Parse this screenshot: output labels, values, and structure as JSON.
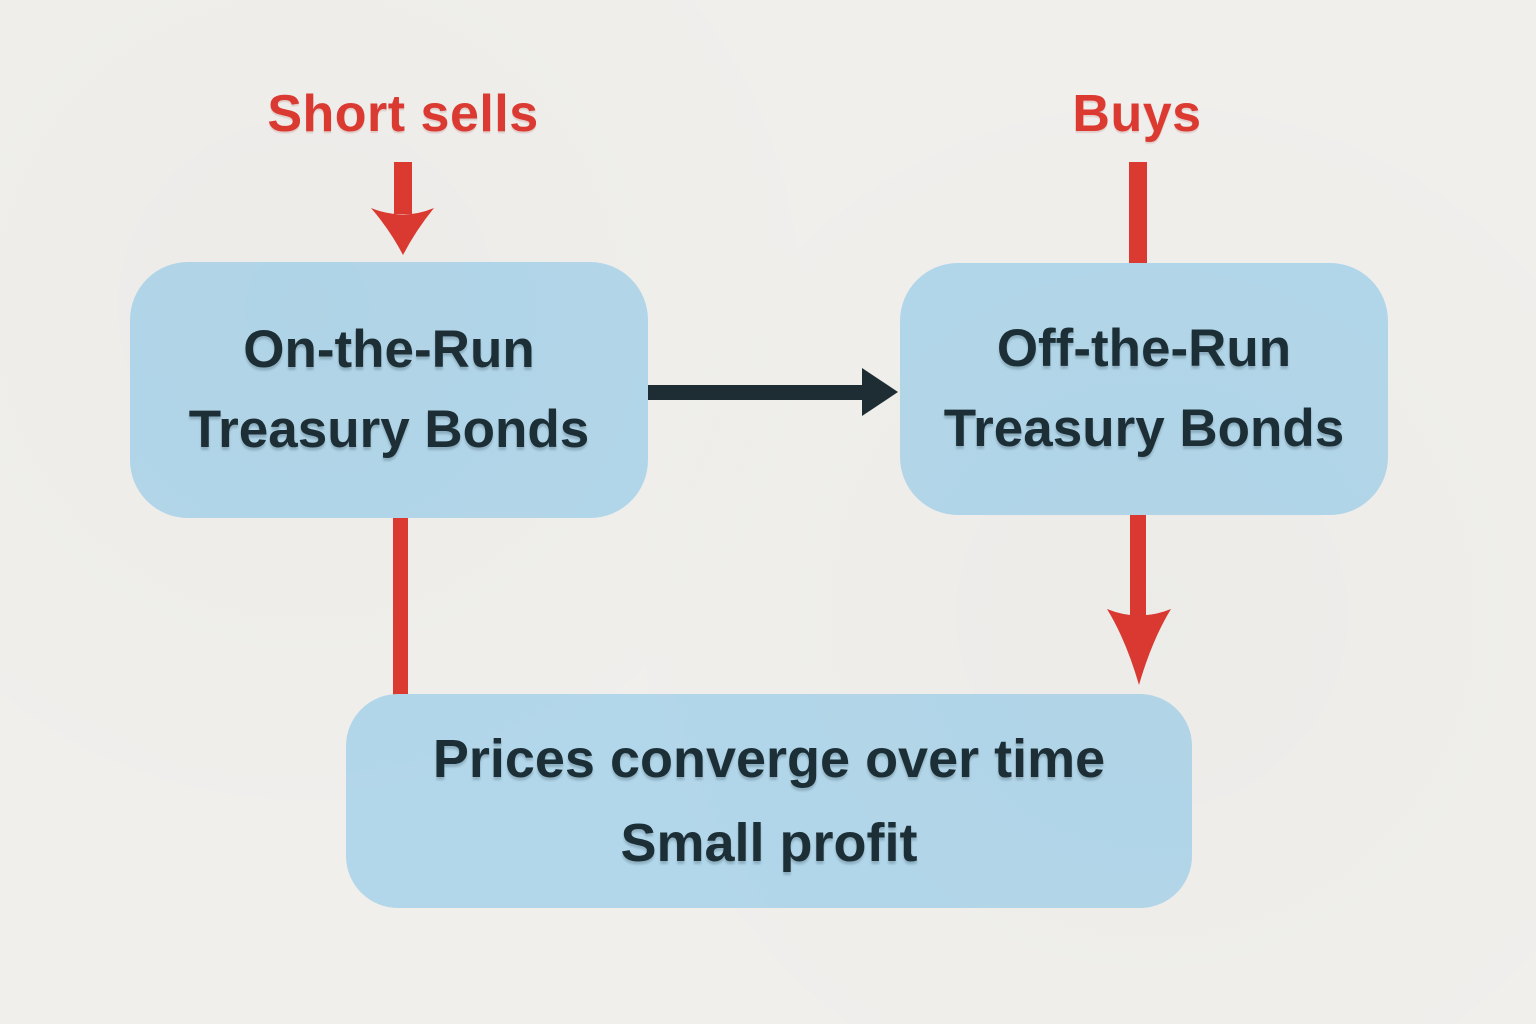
{
  "colors": {
    "background": "#f0efec",
    "box_fill": "#b3d7ea",
    "box_text": "#1d2f36",
    "red": "#dc3a31",
    "black_arrow": "#1d2d33"
  },
  "annotations": {
    "short_sells": "Short sells",
    "buys": "Buys"
  },
  "boxes": {
    "on_the_run": {
      "lines": [
        "On-the-Run",
        "Treasury Bonds"
      ]
    },
    "off_the_run": {
      "lines": [
        "Off-the-Run",
        "Treasury Bonds"
      ]
    },
    "outcome": {
      "lines": [
        "Prices converge over time",
        "Small profit"
      ]
    }
  }
}
